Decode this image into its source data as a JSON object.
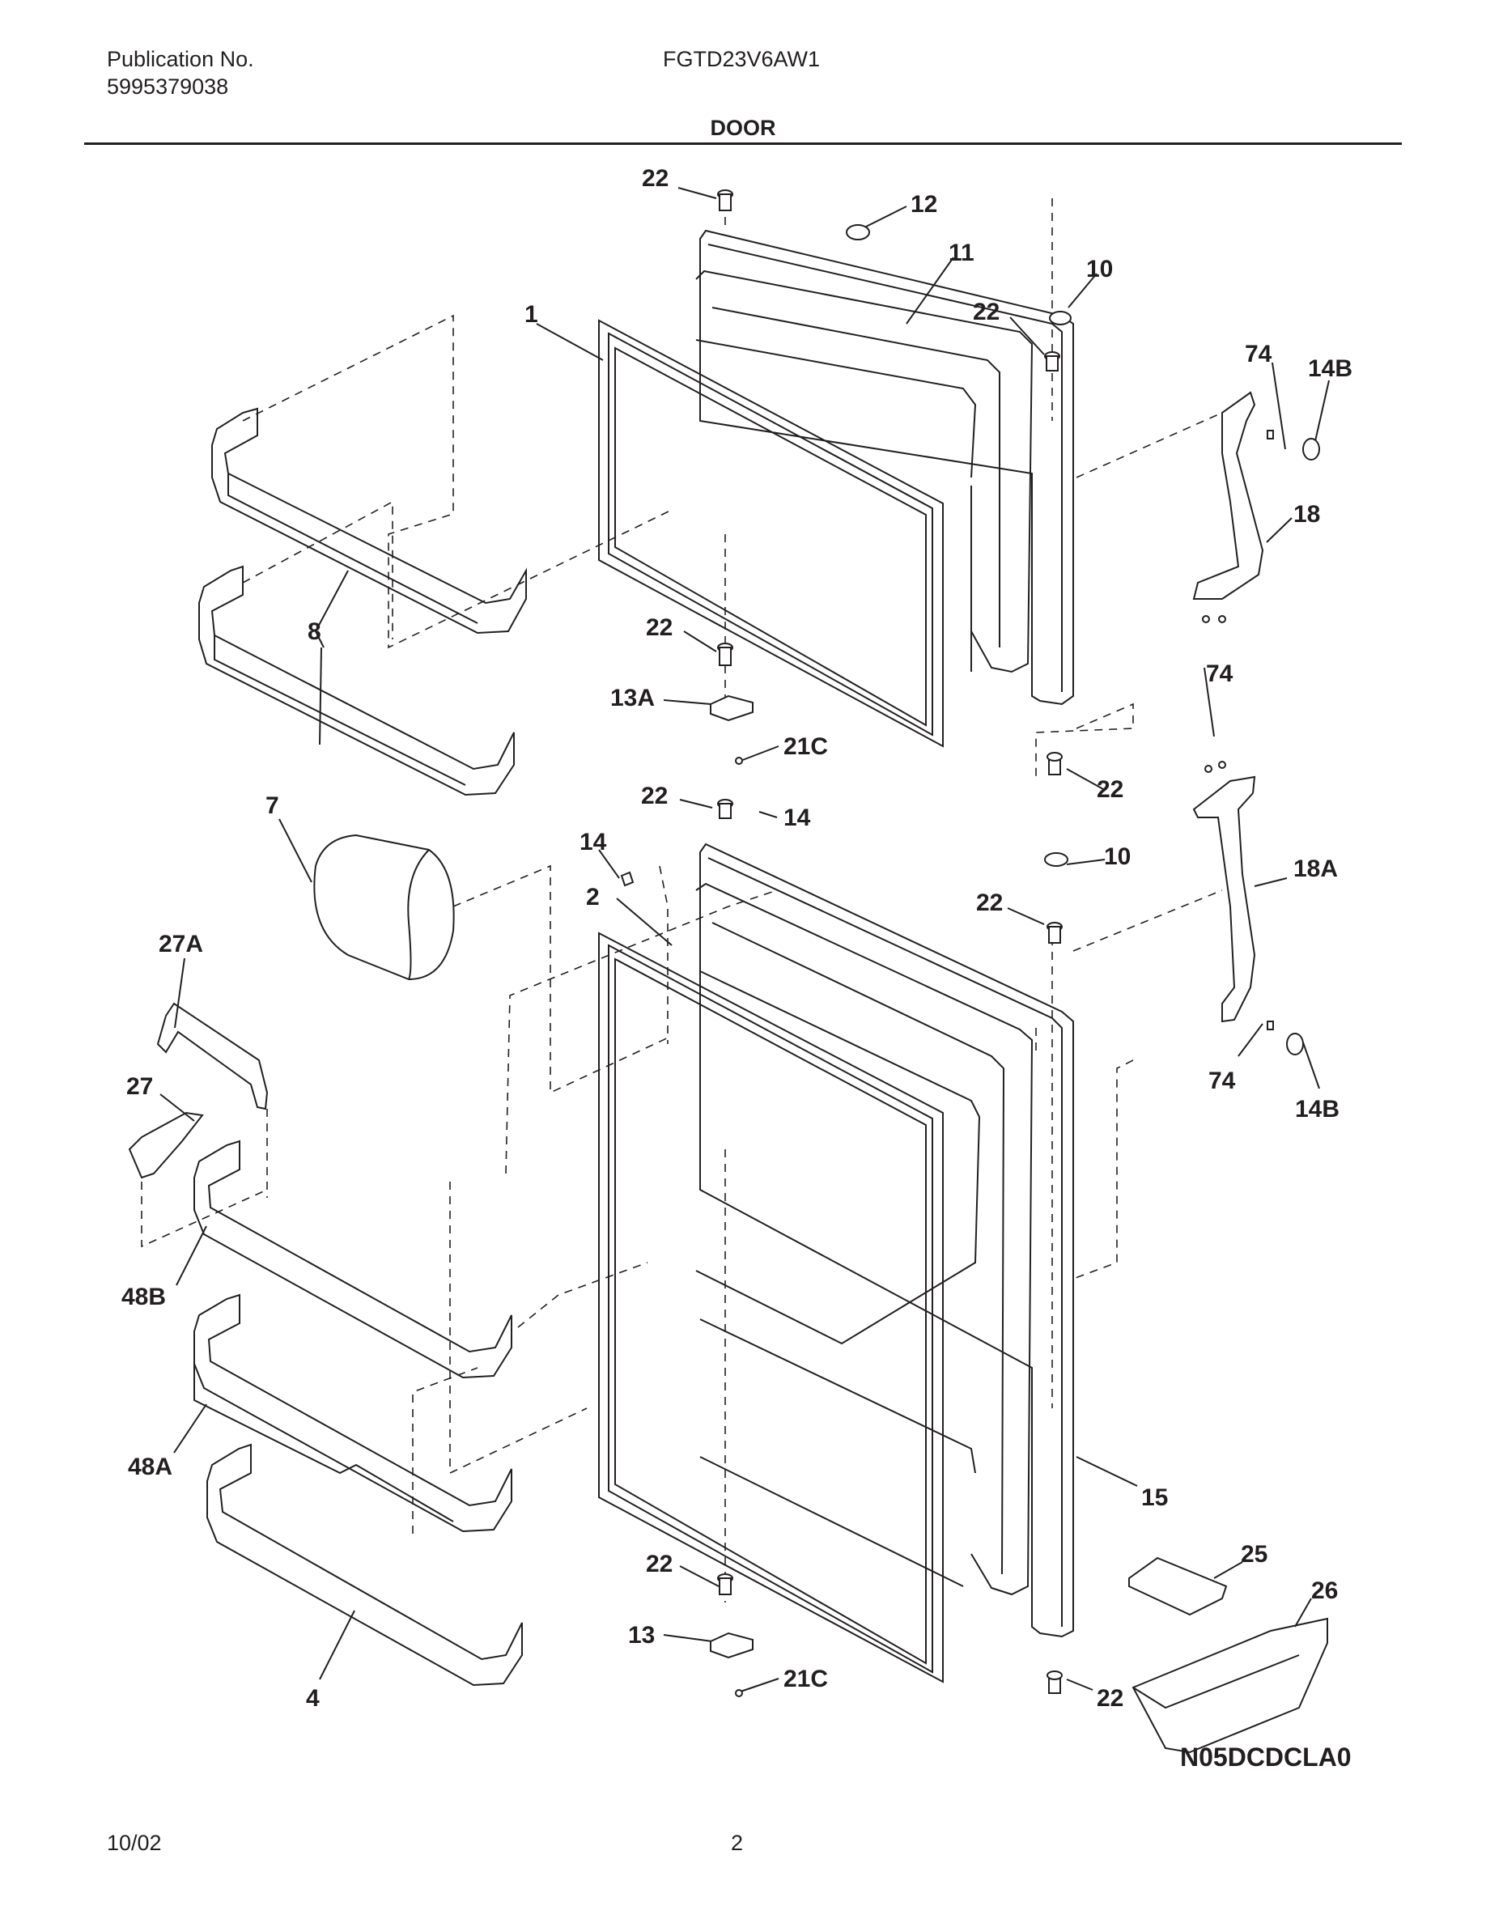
{
  "header": {
    "publication_label": "Publication No.",
    "publication_number": "5995379038",
    "model": "FGTD23V6AW1",
    "section_title": "DOOR"
  },
  "diagram": {
    "code": "N05DCDCLA0",
    "callouts": [
      "22",
      "12",
      "11",
      "10",
      "22",
      "74",
      "14B",
      "1",
      "18",
      "8",
      "22",
      "13A",
      "21C",
      "74",
      "22",
      "22",
      "14",
      "14",
      "7",
      "2",
      "10",
      "18A",
      "22",
      "27A",
      "27",
      "74",
      "14B",
      "48B",
      "15",
      "48A",
      "25",
      "26",
      "22",
      "13",
      "21C",
      "4",
      "22"
    ]
  },
  "footer": {
    "date": "10/02",
    "page": "2"
  }
}
